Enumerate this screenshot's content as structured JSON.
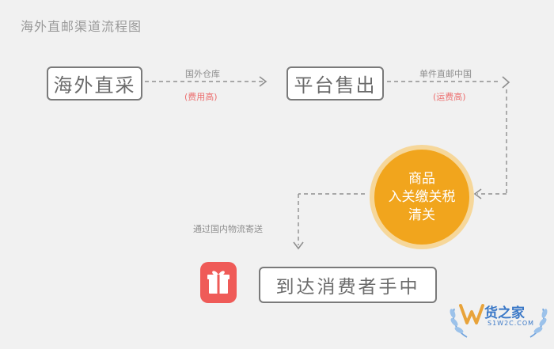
{
  "title": "海外直邮渠道流程图",
  "steps": {
    "overseas_purchase": "海外直采",
    "platform_sale": "平台售出",
    "customs_line1": "商品",
    "customs_line2": "入关缴关税",
    "customs_line3": "清关",
    "delivered": "到达消费者手中"
  },
  "edges": {
    "warehouse_label": "国外仓库",
    "warehouse_note": "(费用高)",
    "direct_mail_label": "单件直邮中国",
    "direct_mail_note": "(运费高)",
    "logistics_label": "通过国内物流寄送"
  },
  "logo": {
    "brand_text": "货之家",
    "domain_text": "S1W2C.COM"
  },
  "colors": {
    "accent_orange": "#f1a51d",
    "accent_red": "#ef5b58",
    "note_red": "#ec6e6e",
    "logo_blue": "#3a78c7"
  }
}
